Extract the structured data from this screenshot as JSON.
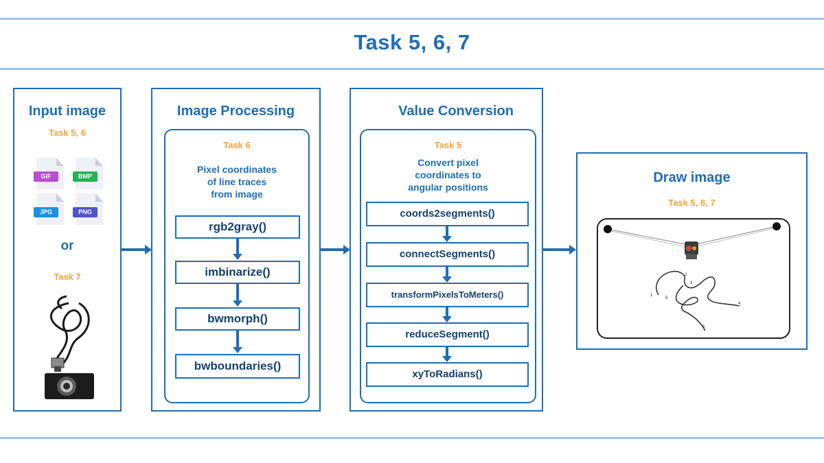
{
  "title": "Task 5, 6, 7",
  "input": {
    "title": "Input image",
    "task_top": "Task 5, 6",
    "files": [
      {
        "label": "GIF",
        "color": "#b64fd0"
      },
      {
        "label": "BMP",
        "color": "#27b25a"
      },
      {
        "label": "JPG",
        "color": "#1d93e0"
      },
      {
        "label": "PNG",
        "color": "#4f56c9"
      }
    ],
    "or": "or",
    "task_bottom": "Task 7"
  },
  "processing": {
    "title": "Image Processing",
    "task": "Task 6",
    "desc": [
      "Pixel coordinates",
      "of line traces",
      "from image"
    ],
    "steps": [
      "rgb2gray()",
      "imbinarize()",
      "bwmorph()",
      "bwboundaries()"
    ]
  },
  "conversion": {
    "title": "Value Conversion",
    "task": "Task 5",
    "desc": [
      "Convert pixel",
      "coordinates to",
      "angular positions"
    ],
    "steps": [
      "coords2segments()",
      "connectSegments()",
      "transformPixelsToMeters()",
      "reduceSegment()",
      "xyToRadians()"
    ]
  },
  "draw": {
    "title": "Draw image",
    "task": "Task 5, 6, 7",
    "path_labels": [
      "2",
      "3",
      "1",
      "5",
      "4",
      "6"
    ]
  },
  "colors": {
    "accent": "#1f6db5",
    "task_label": "#f2a33a",
    "divider": "#9ec5ea"
  }
}
